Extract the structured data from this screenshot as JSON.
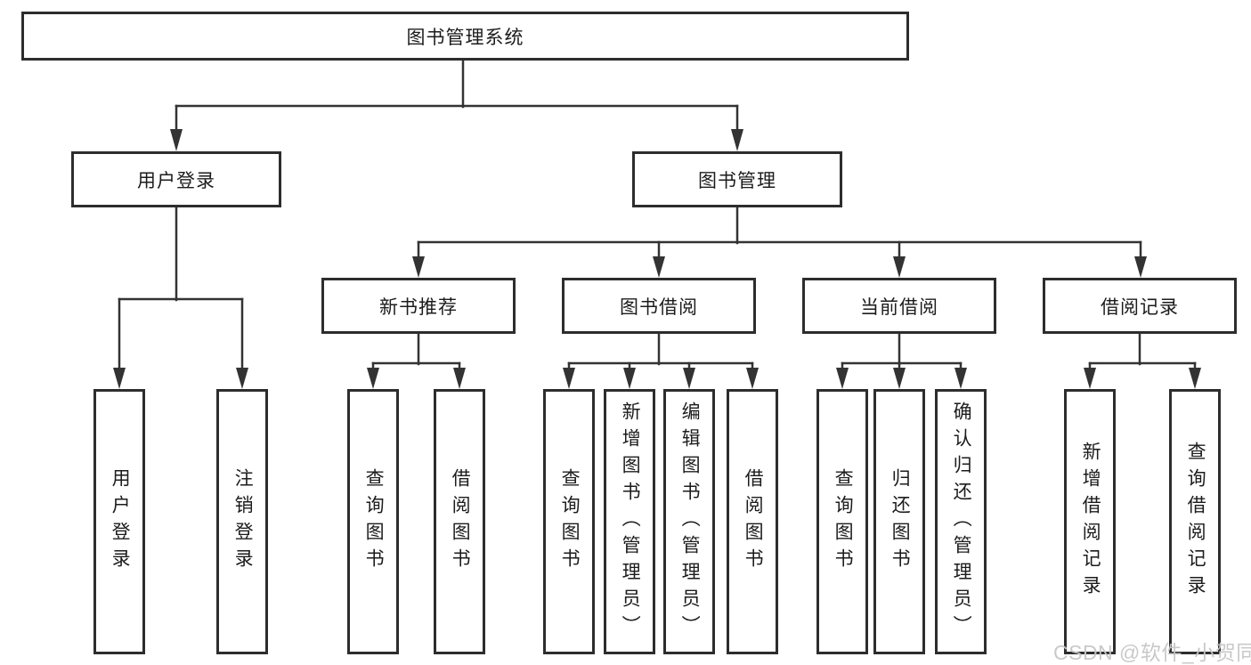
{
  "diagram_type": "tree",
  "tree": {
    "label": "图书管理系统",
    "children": [
      {
        "label": "用户登录",
        "children": [
          {
            "label": "用户登录"
          },
          {
            "label": "注销登录"
          }
        ]
      },
      {
        "label": "图书管理",
        "children": [
          {
            "label": "新书推荐",
            "children": [
              {
                "label": "查询图书"
              },
              {
                "label": "借阅图书"
              }
            ]
          },
          {
            "label": "图书借阅",
            "children": [
              {
                "label": "查询图书"
              },
              {
                "label": "新增图书（管理员）"
              },
              {
                "label": "编辑图书（管理员）"
              },
              {
                "label": "借阅图书"
              }
            ]
          },
          {
            "label": "当前借阅",
            "children": [
              {
                "label": "查询图书"
              },
              {
                "label": "归还图书"
              },
              {
                "label": "确认归还（管理员）"
              }
            ]
          },
          {
            "label": "借阅记录",
            "children": [
              {
                "label": "新增借阅记录"
              },
              {
                "label": "查询借阅记录"
              }
            ]
          }
        ]
      }
    ]
  },
  "watermark": {
    "text": "CSDN @软件_小贺同学"
  },
  "colors": {
    "box_border": "#2d2d2d",
    "connector_line": "#333333",
    "text": "#1c1c1c",
    "watermark": "#c6c6c6",
    "background": "#ffffff"
  }
}
